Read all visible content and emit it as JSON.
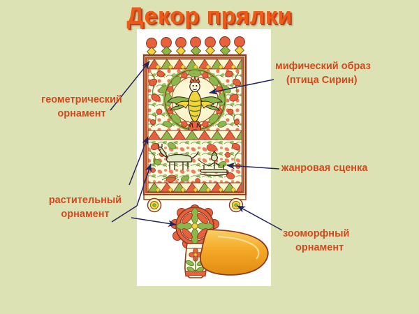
{
  "slide": {
    "title": "Декор прялки",
    "background_color": "#dde2b4",
    "title_color": "#ef5a18",
    "title_shadow_color": "#b9431a",
    "label_color": "#d2491c",
    "arrow_color": "#23255e",
    "panel_color": "#ffffff"
  },
  "labels": {
    "geometric": {
      "line1": "геометрический",
      "line2": "орнамент"
    },
    "floral": {
      "line1": "растительный",
      "line2": "орнамент"
    },
    "mythic": {
      "line1": "мифический образ",
      "line2": "(птица Сирин)"
    },
    "genre": {
      "line1": "жанровая сценка"
    },
    "zoomorphic": {
      "line1": "зооморфный",
      "line2": "орнамент"
    }
  },
  "artwork": {
    "name": "расписная прялка",
    "palette": {
      "outline": "#3a2a16",
      "frame": "#b8562c",
      "cream": "#fbf6c8",
      "pale": "#fdfbe2",
      "red": "#e8613f",
      "green": "#8cb84b",
      "yellow": "#f2d53c",
      "handle_orange": "#f4a62a",
      "handle_light": "#f7c559"
    },
    "parts": [
      {
        "id": "crown-circles",
        "label": "красные кружки (городки)",
        "count": 7
      },
      {
        "id": "crown-diamonds",
        "label": "ромбы жёлтые и зелёные",
        "count": 7
      },
      {
        "id": "top-border",
        "label": "треугольный геометрический бордюр"
      },
      {
        "id": "sirin-medallion",
        "label": "медальон с птицей Сирин"
      },
      {
        "id": "floral-field",
        "label": "растительный орнамент поля"
      },
      {
        "id": "middle-border",
        "label": "средний треугольный бордюр"
      },
      {
        "id": "genre-scene",
        "label": "сценка: конь с санями"
      },
      {
        "id": "bottom-border",
        "label": "нижний треугольный бордюр"
      },
      {
        "id": "side-rosettes",
        "label": "боковые круглые розетки",
        "count": 2
      },
      {
        "id": "wheel-rosette",
        "label": "круглая розетка-колесо на ножке"
      },
      {
        "id": "stem-flower",
        "label": "цветок на ножке прялки"
      },
      {
        "id": "handle",
        "label": "донце (оранжевая ручка)"
      }
    ]
  }
}
